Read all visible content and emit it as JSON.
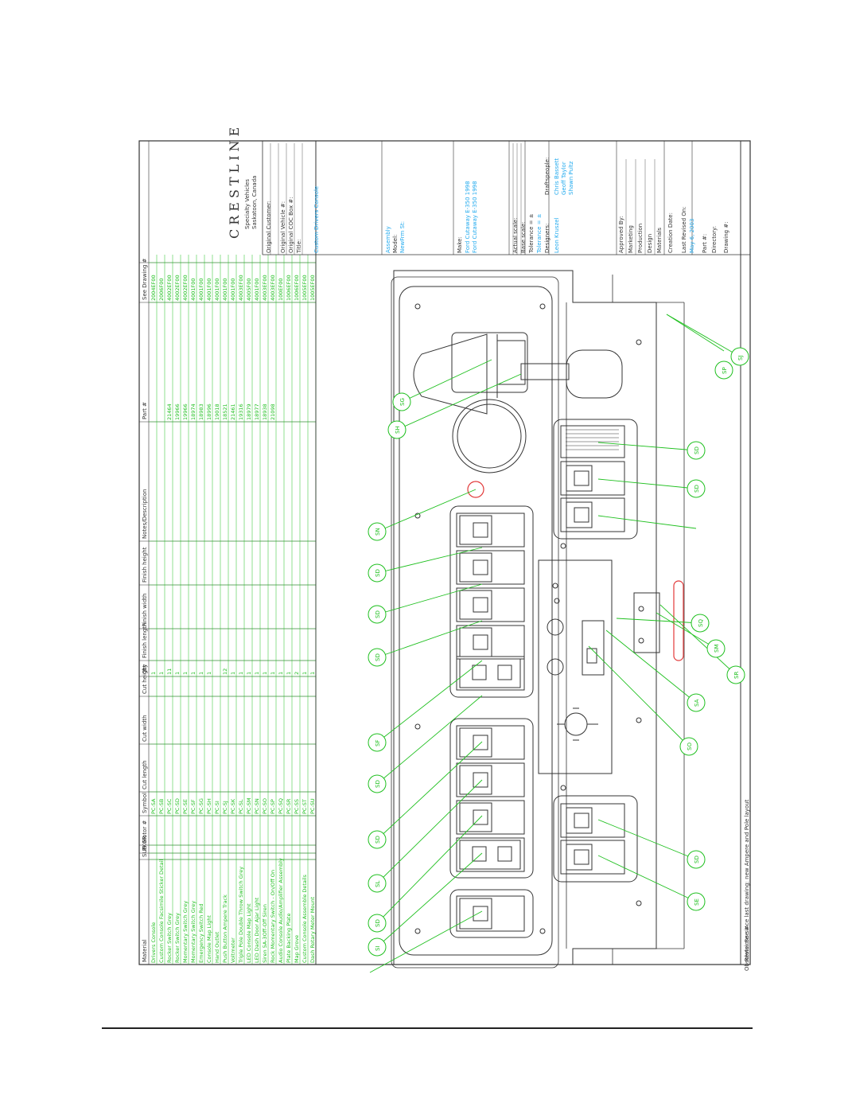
{
  "colors": {
    "ink": "#333333",
    "green": "#20c020",
    "cyan": "#22aaee",
    "red": "#e23a3a"
  },
  "company": {
    "logo_text": "CRESTLINE",
    "sub1": "Specialty Vehicles",
    "sub2": "Saskatoon, Canada"
  },
  "title_block": {
    "original_customer": "Original Customer:",
    "original_vehicle": "Original Vehicle #:",
    "original_coc": "Original COC Box #:",
    "title_label": "Title:",
    "title_value": "Custom Drivers Console",
    "assembly_label": "Assembly",
    "model_label": "Model:",
    "newfrm_label": "NewFrm  St:",
    "make_label": "Make:",
    "make_value1": "Ford Cutaway E-350 1998",
    "make_value2": "Ford Cutaway E-350 1998",
    "actual_scale": "Actual scale:",
    "base_scale": "Base scale:",
    "tolerance1": "Tolerance = ±",
    "tolerance2": "Tolerance = ±",
    "designers_label": "Designers:",
    "draftspeople_label": "Draftspeople:",
    "designer_value": "Leon Kruszel",
    "draft_value1": "Chris Bassett",
    "draft_value2": "Geoff Taylor",
    "draft_value3": "Shawn Pultz",
    "approved_by": "Approved By:",
    "marketing": "Marketing",
    "production": "Production",
    "design": "Design",
    "materials": "Materials",
    "creation_date_label": "Creation Date:",
    "last_revised_label": "Last Revised On:",
    "last_revised_value": "May 6, 2003",
    "part_label": "Part #:",
    "directory_label": "Directory:",
    "drawing_label": "Drawing #:"
  },
  "bom": {
    "headers": [
      "Material",
      "SUB",
      "PKGR",
      "Motor #",
      "Symbol",
      "Cut length",
      "Cut width",
      "Cut height",
      "Qty",
      "Finish length",
      "Finish width",
      "Finish height",
      "Notes/Description",
      "Part #",
      "See Drawing #"
    ],
    "rows": [
      {
        "material": "Drivers Console",
        "symbol": "PC-SA",
        "qty": "1",
        "part": "",
        "drawing": "2004EF00"
      },
      {
        "material": "Custom Console Facsimile Sticker Detail",
        "symbol": "PC-SB",
        "qty": "1",
        "part": "",
        "drawing": "2006F00"
      },
      {
        "material": "Rocker Switch Grey",
        "symbol": "PC-SC",
        "qty": "11",
        "part": "21464",
        "drawing": "4002EF00"
      },
      {
        "material": "Rocker Switch Grey",
        "symbol": "PC-SD",
        "qty": "1",
        "part": "19966",
        "drawing": "4002EF00"
      },
      {
        "material": "Momentary Switch Grey",
        "symbol": "PC-SE",
        "qty": "1",
        "part": "19966",
        "drawing": "4002EF00"
      },
      {
        "material": "Momentary Switch Grey",
        "symbol": "PC-SF",
        "qty": "1",
        "part": "18974",
        "drawing": "4001F00"
      },
      {
        "material": "Emergency Switch Red",
        "symbol": "PC-SG",
        "qty": "1",
        "part": "18983",
        "drawing": "4001F00"
      },
      {
        "material": "Console Map Light",
        "symbol": "PC-SH",
        "qty": "1",
        "part": "18996",
        "drawing": "4001F00"
      },
      {
        "material": "Hand Outlet",
        "symbol": "PC-SI",
        "qty": "",
        "part": "19018",
        "drawing": "4001F00"
      },
      {
        "material": "Push Button Ampere Track",
        "symbol": "PC-SJ",
        "qty": "12",
        "part": "18521",
        "drawing": "4001F00"
      },
      {
        "material": "Voltmeter",
        "symbol": "PC-SK",
        "qty": "1",
        "part": "21461",
        "drawing": "4001F00"
      },
      {
        "material": "Triple Pole Double Throw Switch Grey",
        "symbol": "PC-SL",
        "qty": "1",
        "part": "19316",
        "drawing": "4003EF00"
      },
      {
        "material": "LED Console Map Light",
        "symbol": "PC-SM",
        "qty": "1",
        "part": "18979",
        "drawing": "4005F00"
      },
      {
        "material": "LED Dash Door Ajar Light",
        "symbol": "PC-SN",
        "qty": "1",
        "part": "18977",
        "drawing": "4001F00"
      },
      {
        "material": "Siren 5A-3Off-Off Siren",
        "symbol": "PC-SO",
        "qty": "1",
        "part": "18938",
        "drawing": "4003EF00"
      },
      {
        "material": "Rock Momentary Switch - On/Off On",
        "symbol": "PC-SP",
        "qty": "1",
        "part": "21098",
        "drawing": "4003EF00"
      },
      {
        "material": "Audio Console Audio/Amplifier Assembly",
        "symbol": "PC-SQ",
        "qty": "1",
        "part": "",
        "drawing": "100EF00"
      },
      {
        "material": "Plate Backing Plate",
        "symbol": "PC-SR",
        "qty": "1",
        "part": "",
        "drawing": "1006EF00"
      },
      {
        "material": "Map Grove",
        "symbol": "PC-SS",
        "qty": "2",
        "part": "",
        "drawing": "1006EF00"
      },
      {
        "material": "Custom Console Assemble Details",
        "symbol": "PC-ST",
        "qty": "1",
        "part": "",
        "drawing": "1005EF00"
      },
      {
        "material": "Dash Rotary Meter Mount",
        "symbol": "PC-SU",
        "qty": "1",
        "part": "",
        "drawing": "1005EF00"
      }
    ]
  },
  "callouts": [
    "SG",
    "SH",
    "SN",
    "SD",
    "SD",
    "SD",
    "SF",
    "SD",
    "SD",
    "SL",
    "SD",
    "SI",
    "SJ",
    "SP",
    "SD",
    "SD",
    "SQ",
    "SM",
    "SR",
    "SA",
    "SO",
    "SD",
    "SE"
  ],
  "notes": {
    "revision_note": "Revisions since last drawing: new Ampere and Pole layout",
    "obsolete": "Obsolete: See #"
  }
}
